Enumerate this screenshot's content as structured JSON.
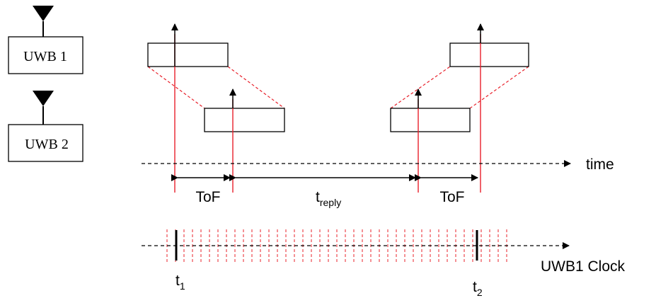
{
  "devices": {
    "uwb1": {
      "label": "UWB 1"
    },
    "uwb2": {
      "label": "UWB 2"
    }
  },
  "axes": {
    "time_label": "time",
    "clock_label": "UWB1 Clock"
  },
  "intervals": {
    "tof_first": "ToF",
    "reply_main": "t",
    "reply_sub": "reply",
    "tof_second": "ToF"
  },
  "timestamps": {
    "t1_main": "t",
    "t1_sub": "1",
    "t2_main": "t",
    "t2_sub": "2"
  },
  "colors": {
    "signal": "#e8202a",
    "ink": "#000000"
  }
}
